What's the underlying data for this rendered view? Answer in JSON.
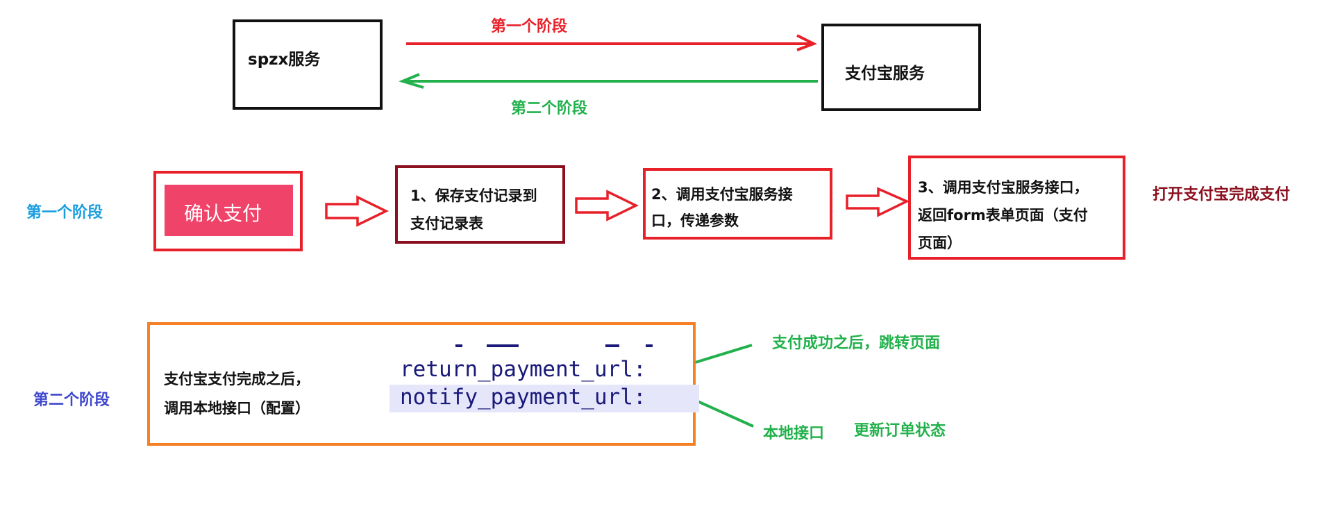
{
  "top": {
    "spzx_box": "spzx服务",
    "alipay_box": "支付宝服务",
    "arrow_stage1_label": "第一个阶段",
    "arrow_stage2_label": "第二个阶段"
  },
  "stage1": {
    "label": "第一个阶段",
    "confirm_button": "确认支付",
    "step1_line1": "1、保存支付记录到",
    "step1_line2": "支付记录表",
    "step2_line1": "2、调用支付宝服务接",
    "step2_line2": "口，传递参数",
    "step3_line1": "3、调用支付宝服务接口，",
    "step3_line2": "返回form表单页面（支付",
    "step3_line3": "页面）",
    "outcome": "打开支付宝完成支付"
  },
  "stage2": {
    "label": "第二个阶段",
    "desc_line1": "支付宝支付完成之后，",
    "desc_line2": "调用本地接口（配置）",
    "code_line1": "return_payment_url:",
    "code_line2": "notify_payment_url:",
    "return_note": "支付成功之后，跳转页面",
    "notify_note": "本地接口",
    "notify_action": "更新订单状态"
  },
  "colors": {
    "red": "#e8202a",
    "green": "#22b14c",
    "dark_red": "#8b0f1e",
    "blue_label": "#1a9ee0",
    "indigo_label": "#3f48cc",
    "button_pink": "#f0436a",
    "orange": "#f58025",
    "code_navy": "#1a1a7a",
    "code_highlight": "#e6e6fa"
  }
}
